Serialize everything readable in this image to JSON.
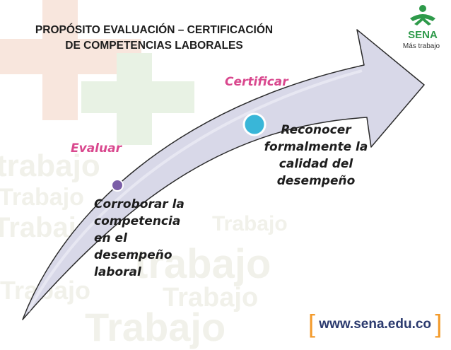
{
  "title_line1": "PROPÓSITO EVALUACIÓN – CERTIFICACIÓN",
  "title_line2": "DE COMPETENCIAS LABORALES",
  "stages": [
    {
      "label": "Evaluar",
      "description": [
        "Corroborar la",
        "competencia",
        "en el",
        "desempeño",
        "laboral"
      ],
      "dot_color": "#7b5ea7"
    },
    {
      "label": "Certificar",
      "description": [
        "Reconocer",
        "formalmente la",
        "calidad del",
        "desempeño"
      ],
      "dot_color": "#39b6d8"
    }
  ],
  "logo": {
    "name": "SENA",
    "tagline": "Más trabajo",
    "color": "#2e9a4a"
  },
  "url": "www.sena.edu.co",
  "background_words": [
    "trabajo",
    "Trabajo",
    "Trabajo",
    "trabajo",
    "Trabajo",
    "Trabajo",
    "Trabajo",
    "Trabajo"
  ],
  "colors": {
    "label": "#d9488e",
    "arrow_fill": "#d6d6e6",
    "arrow_stroke": "#2b2b2b",
    "background_cross": "#f7e3da"
  }
}
